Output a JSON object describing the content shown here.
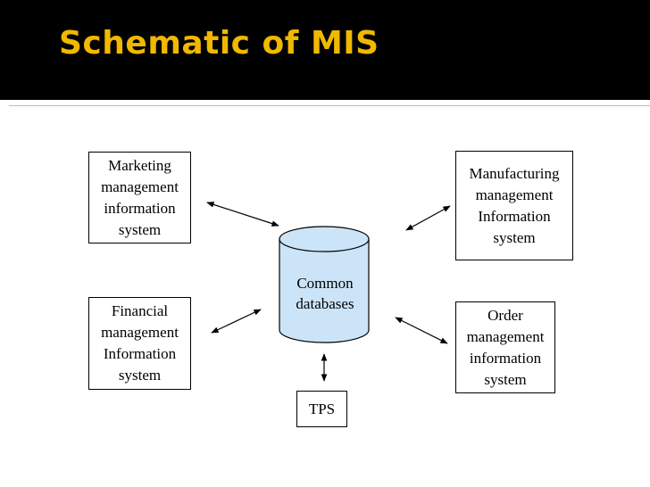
{
  "slide": {
    "title": "Schematic of MIS",
    "colors": {
      "title": "#f0b800",
      "header_bg": "#000000",
      "database_fill": "#cce4f7"
    }
  },
  "diagram": {
    "database": {
      "label": "Common\ndatabases",
      "icon": "cylinder-database"
    },
    "nodes": {
      "marketing": "Marketing\nmanagement\ninformation\nsystem",
      "financial": "Financial\nmanagement\nInformation\nsystem",
      "manufacturing": "Manufacturing\nmanagement\nInformation\nsystem",
      "order": "Order\nmanagement\ninformation\nsystem",
      "tps": "TPS"
    },
    "connectors": "double-headed-arrow"
  }
}
